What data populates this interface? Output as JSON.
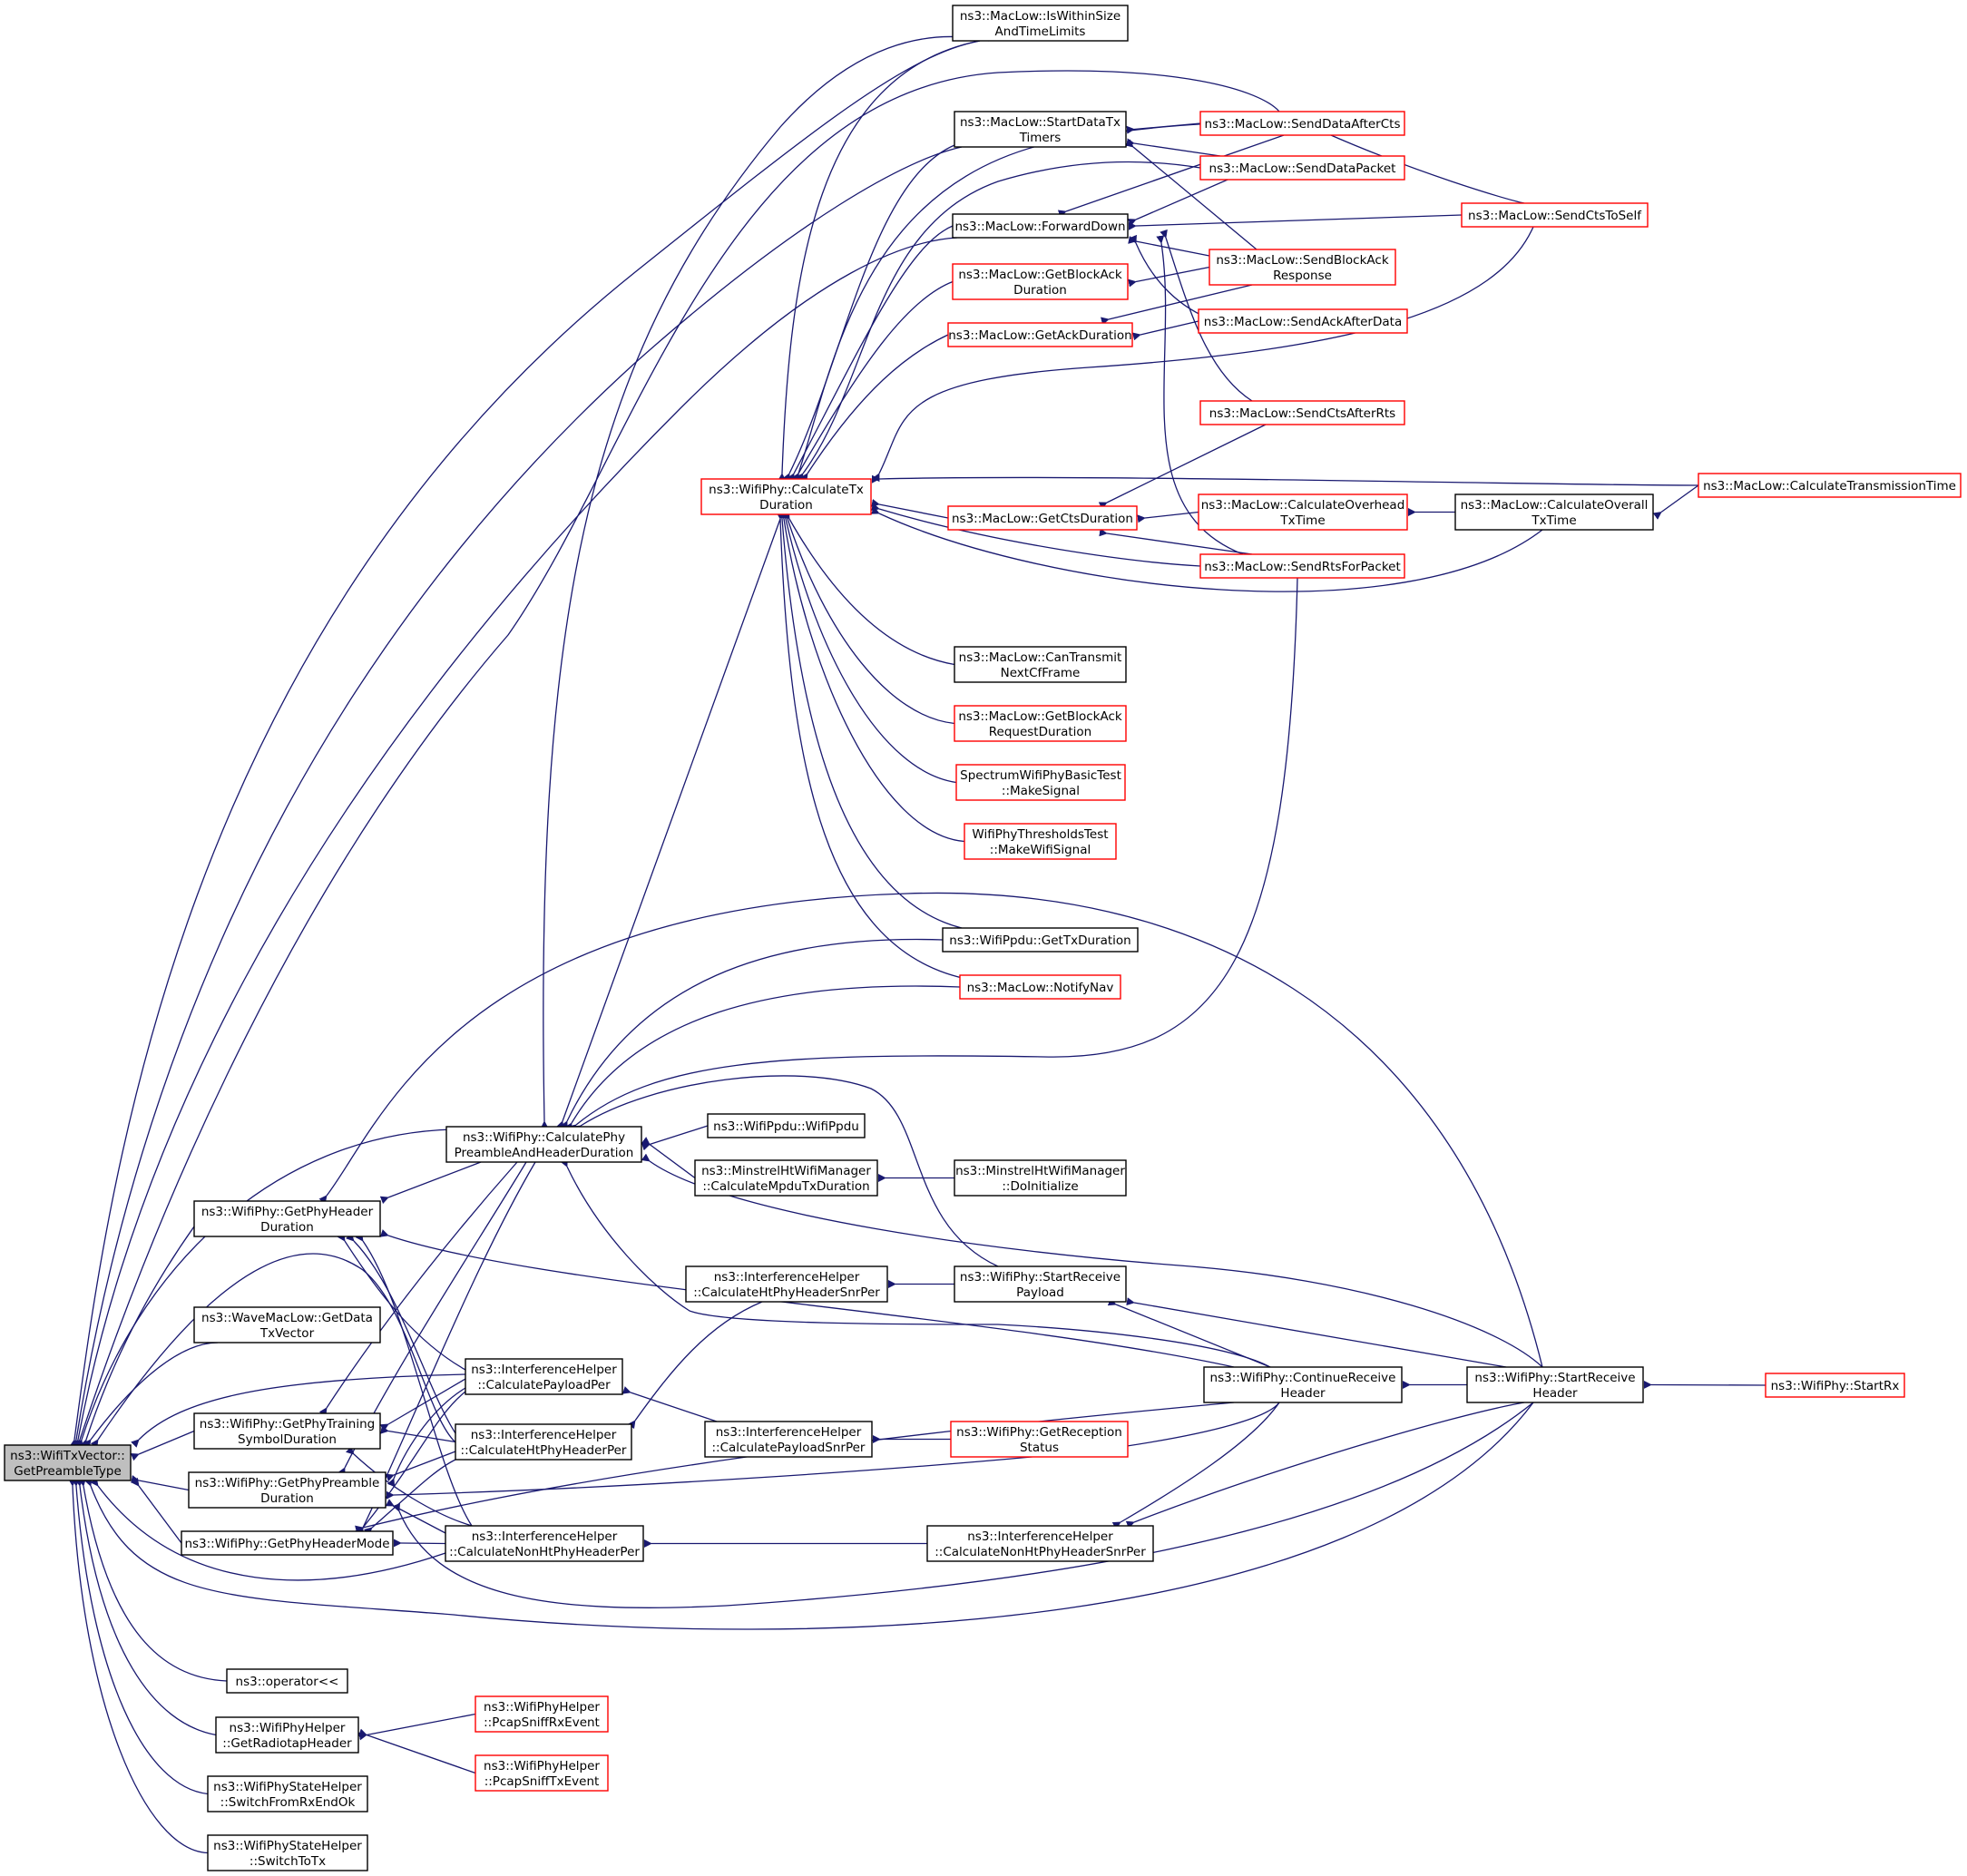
{
  "colors": {
    "edge": "#191970",
    "border_black": "#000000",
    "border_red": "#ff0000",
    "focus_fill": "#bfbfbf"
  },
  "nodes": [
    {
      "id": "root",
      "lines": [
        "ns3::WifiTxVector::",
        "GetPreambleType"
      ],
      "border": "focus"
    },
    {
      "id": "isWithin",
      "lines": [
        "ns3::MacLow::IsWithinSize",
        "AndTimeLimits"
      ],
      "border": "black"
    },
    {
      "id": "startDataTx",
      "lines": [
        "ns3::MacLow::StartDataTx",
        "Timers"
      ],
      "border": "black"
    },
    {
      "id": "sendDataAfterCts",
      "lines": [
        "ns3::MacLow::SendDataAfterCts"
      ],
      "border": "red"
    },
    {
      "id": "sendDataPacket",
      "lines": [
        "ns3::MacLow::SendDataPacket"
      ],
      "border": "red"
    },
    {
      "id": "forwardDown",
      "lines": [
        "ns3::MacLow::ForwardDown"
      ],
      "border": "black"
    },
    {
      "id": "sendCtsToSelf",
      "lines": [
        "ns3::MacLow::SendCtsToSelf"
      ],
      "border": "red"
    },
    {
      "id": "getBlockAckDur",
      "lines": [
        "ns3::MacLow::GetBlockAck",
        "Duration"
      ],
      "border": "red"
    },
    {
      "id": "sendBlockAckResp",
      "lines": [
        "ns3::MacLow::SendBlockAck",
        "Response"
      ],
      "border": "red"
    },
    {
      "id": "getAckDur",
      "lines": [
        "ns3::MacLow::GetAckDuration"
      ],
      "border": "red"
    },
    {
      "id": "sendAckAfterData",
      "lines": [
        "ns3::MacLow::SendAckAfterData"
      ],
      "border": "red"
    },
    {
      "id": "sendCtsAfterRts",
      "lines": [
        "ns3::MacLow::SendCtsAfterRts"
      ],
      "border": "red"
    },
    {
      "id": "calcTxDur",
      "lines": [
        "ns3::WifiPhy::CalculateTx",
        "Duration"
      ],
      "border": "red"
    },
    {
      "id": "calcTransTime",
      "lines": [
        "ns3::MacLow::CalculateTransmissionTime"
      ],
      "border": "red"
    },
    {
      "id": "getCtsDur",
      "lines": [
        "ns3::MacLow::GetCtsDuration"
      ],
      "border": "red"
    },
    {
      "id": "calcOverhead",
      "lines": [
        "ns3::MacLow::CalculateOverhead",
        "TxTime"
      ],
      "border": "red"
    },
    {
      "id": "calcOverall",
      "lines": [
        "ns3::MacLow::CalculateOverall",
        "TxTime"
      ],
      "border": "black"
    },
    {
      "id": "sendRtsForPacket",
      "lines": [
        "ns3::MacLow::SendRtsForPacket"
      ],
      "border": "red"
    },
    {
      "id": "canTransmit",
      "lines": [
        "ns3::MacLow::CanTransmit",
        "NextCfFrame"
      ],
      "border": "black"
    },
    {
      "id": "getBlockAckReq",
      "lines": [
        "ns3::MacLow::GetBlockAck",
        "RequestDuration"
      ],
      "border": "red"
    },
    {
      "id": "spectrumTest",
      "lines": [
        "SpectrumWifiPhyBasicTest",
        "::MakeSignal"
      ],
      "border": "red"
    },
    {
      "id": "thresholdsTest",
      "lines": [
        "WifiPhyThresholdsTest",
        "::MakeWifiSignal"
      ],
      "border": "red"
    },
    {
      "id": "ppduGetTxDur",
      "lines": [
        "ns3::WifiPpdu::GetTxDuration"
      ],
      "border": "black"
    },
    {
      "id": "notifyNav",
      "lines": [
        "ns3::MacLow::NotifyNav"
      ],
      "border": "red"
    },
    {
      "id": "calcPhyPreamble",
      "lines": [
        "ns3::WifiPhy::CalculatePhy",
        "PreambleAndHeaderDuration"
      ],
      "border": "black"
    },
    {
      "id": "wifiPpdu",
      "lines": [
        "ns3::WifiPpdu::WifiPpdu"
      ],
      "border": "black"
    },
    {
      "id": "minstrelCalc",
      "lines": [
        "ns3::MinstrelHtWifiManager",
        "::CalculateMpduTxDuration"
      ],
      "border": "black"
    },
    {
      "id": "minstrelInit",
      "lines": [
        "ns3::MinstrelHtWifiManager",
        "::DoInitialize"
      ],
      "border": "black"
    },
    {
      "id": "getPhyHeaderDur",
      "lines": [
        "ns3::WifiPhy::GetPhyHeader",
        "Duration"
      ],
      "border": "black"
    },
    {
      "id": "waveGetData",
      "lines": [
        "ns3::WaveMacLow::GetData",
        "TxVector"
      ],
      "border": "black"
    },
    {
      "id": "ihCalcHtSnr",
      "lines": [
        "ns3::InterferenceHelper",
        "::CalculateHtPhyHeaderSnrPer"
      ],
      "border": "black"
    },
    {
      "id": "startRecvPayload",
      "lines": [
        "ns3::WifiPhy::StartReceive",
        "Payload"
      ],
      "border": "black"
    },
    {
      "id": "ihCalcPayloadPer",
      "lines": [
        "ns3::InterferenceHelper",
        "::CalculatePayloadPer"
      ],
      "border": "black"
    },
    {
      "id": "continueRecvHeader",
      "lines": [
        "ns3::WifiPhy::ContinueReceive",
        "Header"
      ],
      "border": "black"
    },
    {
      "id": "startRecvHeader",
      "lines": [
        "ns3::WifiPhy::StartReceive",
        "Header"
      ],
      "border": "black"
    },
    {
      "id": "startRx",
      "lines": [
        "ns3::WifiPhy::StartRx"
      ],
      "border": "red"
    },
    {
      "id": "getPhyTraining",
      "lines": [
        "ns3::WifiPhy::GetPhyTraining",
        "SymbolDuration"
      ],
      "border": "black"
    },
    {
      "id": "ihCalcHtPer",
      "lines": [
        "ns3::InterferenceHelper",
        "::CalculateHtPhyHeaderPer"
      ],
      "border": "black"
    },
    {
      "id": "ihCalcPayloadSnr",
      "lines": [
        "ns3::InterferenceHelper",
        "::CalculatePayloadSnrPer"
      ],
      "border": "black"
    },
    {
      "id": "getReception",
      "lines": [
        "ns3::WifiPhy::GetReception",
        "Status"
      ],
      "border": "red"
    },
    {
      "id": "getPhyPreambleDur",
      "lines": [
        "ns3::WifiPhy::GetPhyPreamble",
        "Duration"
      ],
      "border": "black"
    },
    {
      "id": "getPhyHeaderMode",
      "lines": [
        "ns3::WifiPhy::GetPhyHeaderMode"
      ],
      "border": "black"
    },
    {
      "id": "ihCalcNonHtPer",
      "lines": [
        "ns3::InterferenceHelper",
        "::CalculateNonHtPhyHeaderPer"
      ],
      "border": "black"
    },
    {
      "id": "ihCalcNonHtSnr",
      "lines": [
        "ns3::InterferenceHelper",
        "::CalculateNonHtPhyHeaderSnrPer"
      ],
      "border": "black"
    },
    {
      "id": "operatorLtLt",
      "lines": [
        "ns3::operator<<"
      ],
      "border": "black"
    },
    {
      "id": "helperRadiotap",
      "lines": [
        "ns3::WifiPhyHelper",
        "::GetRadiotapHeader"
      ],
      "border": "black"
    },
    {
      "id": "pcapRx",
      "lines": [
        "ns3::WifiPhyHelper",
        "::PcapSniffRxEvent"
      ],
      "border": "red"
    },
    {
      "id": "pcapTx",
      "lines": [
        "ns3::WifiPhyHelper",
        "::PcapSniffTxEvent"
      ],
      "border": "red"
    },
    {
      "id": "stateSwitchRxEnd",
      "lines": [
        "ns3::WifiPhyStateHelper",
        "::SwitchFromRxEndOk"
      ],
      "border": "black"
    },
    {
      "id": "stateSwitchTx",
      "lines": [
        "ns3::WifiPhyStateHelper",
        "::SwitchToTx"
      ],
      "border": "black"
    }
  ]
}
